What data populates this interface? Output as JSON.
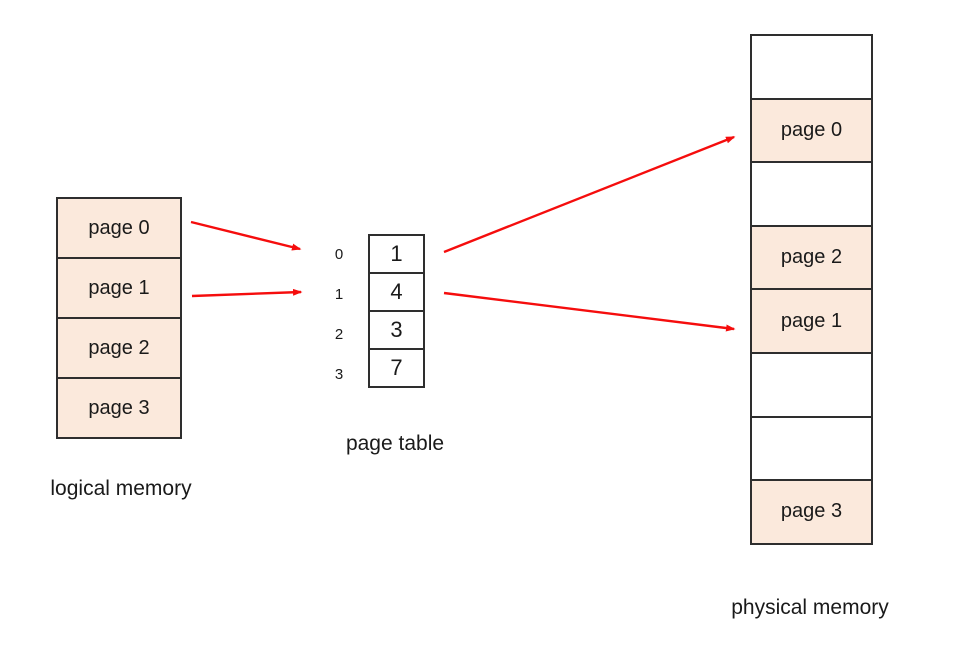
{
  "colors": {
    "page_fill": "#fbe9dc",
    "box_border": "#2e2e2e",
    "arrow": "#f50d0d"
  },
  "logical_memory": {
    "label": "logical memory",
    "cells": [
      "page 0",
      "page 1",
      "page 2",
      "page 3"
    ]
  },
  "page_table": {
    "label": "page table",
    "rows": [
      {
        "index": "0",
        "value": "1"
      },
      {
        "index": "1",
        "value": "4"
      },
      {
        "index": "2",
        "value": "3"
      },
      {
        "index": "3",
        "value": "7"
      }
    ]
  },
  "physical_memory": {
    "label": "physical memory",
    "frames": [
      "",
      "page 0",
      "",
      "page 2",
      "page 1",
      "",
      "",
      "page 3"
    ]
  },
  "arrows": [
    {
      "from": "logical-cell-page0",
      "to": "page-table-row-0"
    },
    {
      "from": "logical-cell-page1",
      "to": "page-table-row-1"
    },
    {
      "from": "page-table-row-0",
      "to": "physical-frame-1-page0"
    },
    {
      "from": "page-table-row-1",
      "to": "physical-frame-4-page1"
    }
  ]
}
